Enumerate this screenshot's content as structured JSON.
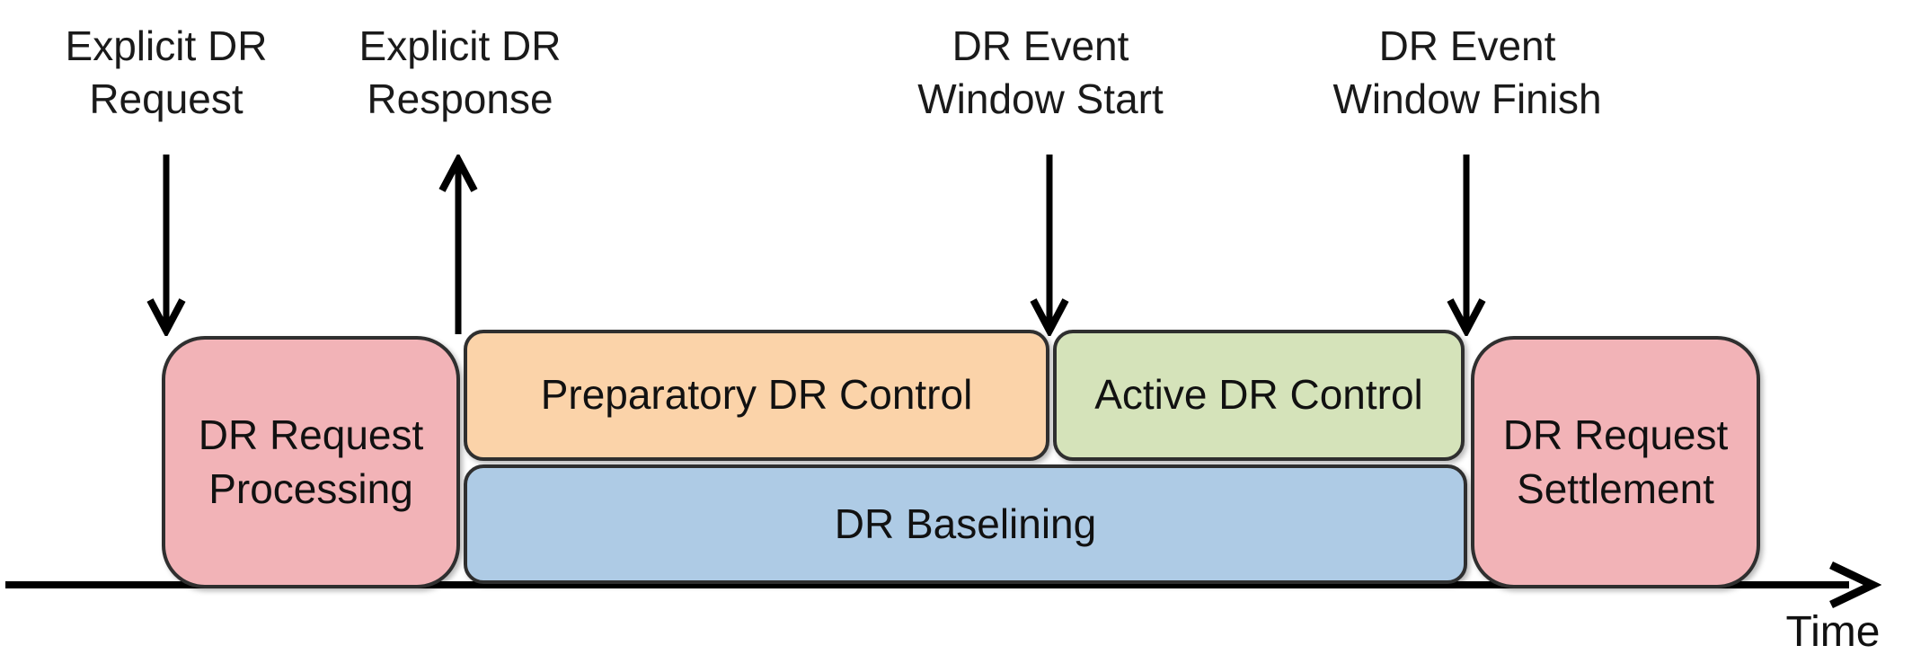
{
  "annotations": [
    {
      "lines": [
        "Explicit DR",
        "Request"
      ],
      "arrow": "down"
    },
    {
      "lines": [
        "Explicit DR",
        "Response"
      ],
      "arrow": "up"
    },
    {
      "lines": [
        "DR Event",
        "Window Start"
      ],
      "arrow": "down"
    },
    {
      "lines": [
        "DR Event",
        "Window Finish"
      ],
      "arrow": "down"
    }
  ],
  "phases": [
    {
      "label": "DR Request Processing",
      "color": "#f2b3b7"
    },
    {
      "label": "Preparatory DR Control",
      "color": "#fbd3a9"
    },
    {
      "label": "Active DR Control",
      "color": "#d5e3ba"
    },
    {
      "label": "DR Baselining",
      "color": "#aecbe5"
    },
    {
      "label": "DR Request Settlement",
      "color": "#f2b3b7"
    }
  ],
  "axis": {
    "label": "Time"
  },
  "colors": {
    "border": "#2f2f2f",
    "arrow": "#000000",
    "text": "#111111",
    "background": "#ffffff"
  }
}
